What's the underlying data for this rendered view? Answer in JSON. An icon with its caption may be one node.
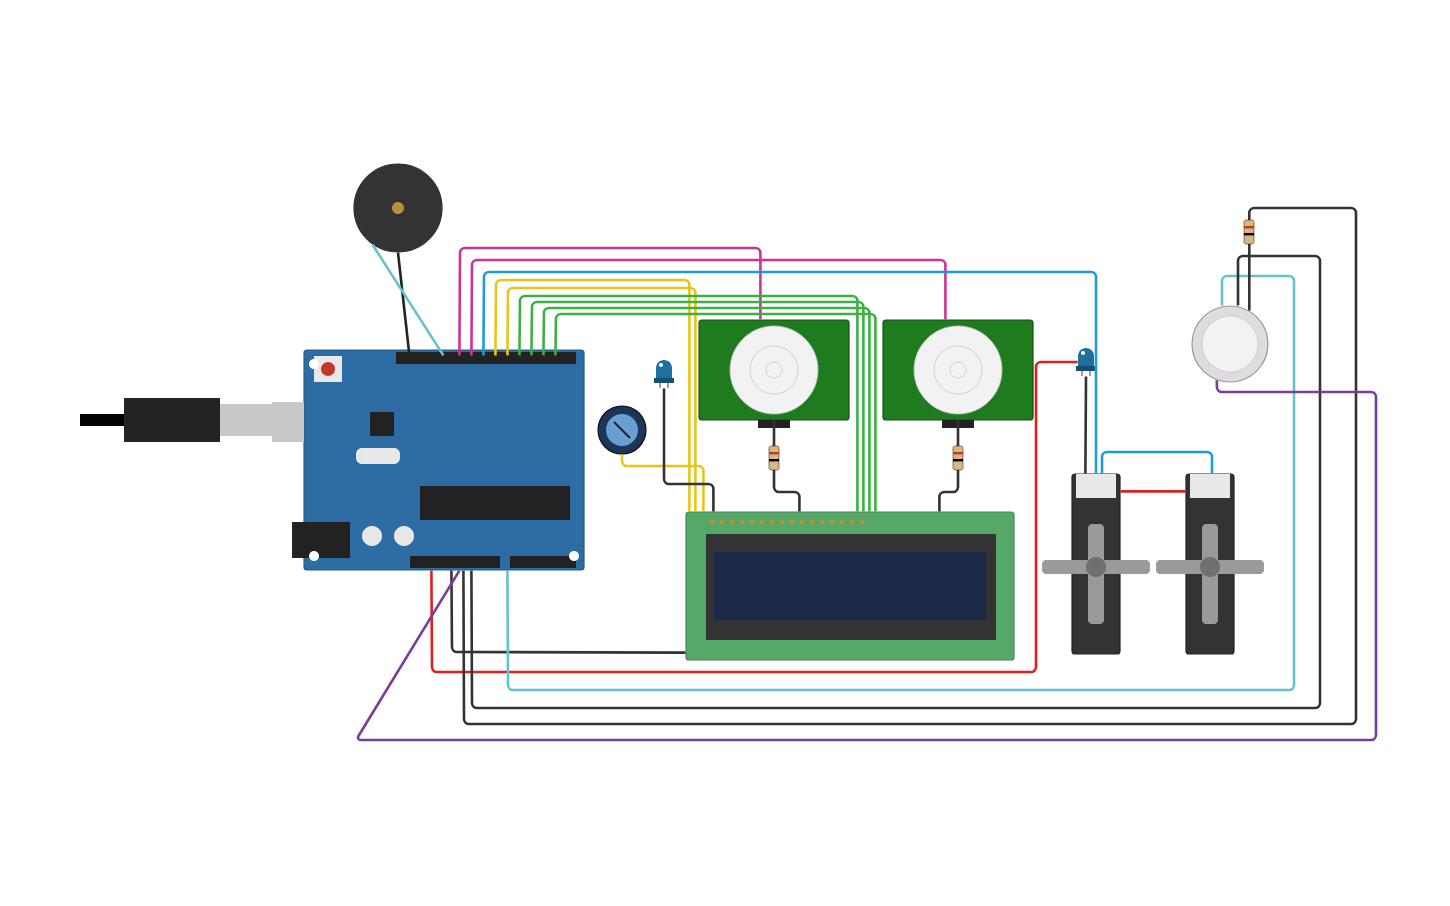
{
  "diagram": {
    "nodes": [
      {
        "text": [],
        "shape": "circle"
      },
      {
        "text": [],
        "shape": "picture"
      },
      {
        "text": [],
        "shape": "box"
      },
      {
        "text": [],
        "shape": "picture"
      },
      {
        "text": [],
        "shape": "circle"
      },
      {
        "text": [],
        "shape": "box"
      },
      {
        "text": [],
        "shape": "box"
      },
      {
        "text": [],
        "shape": "picture"
      },
      {
        "text": [],
        "shape": "box"
      },
      {
        "text": [],
        "shape": "box"
      },
      {
        "text": [],
        "shape": "box"
      },
      {
        "text": [],
        "shape": "circle"
      }
    ],
    "edges": [
      {
        "from": 0,
        "to": 2,
        "arrow": "none",
        "color": "#222222"
      },
      {
        "from": 0,
        "to": 2,
        "arrow": "none",
        "color": "#66c2cc"
      },
      {
        "from": 2,
        "to": 5,
        "arrow": "none",
        "color": "#cc3399"
      },
      {
        "from": 2,
        "to": 6,
        "arrow": "none",
        "color": "#cc3399"
      },
      {
        "from": 2,
        "to": 9,
        "arrow": "none",
        "color": "#1f9bd6"
      },
      {
        "from": 2,
        "to": 8,
        "arrow": "none",
        "color": "#e8c51a"
      },
      {
        "from": 2,
        "to": 8,
        "arrow": "none",
        "color": "#e8c51a"
      },
      {
        "from": 2,
        "to": 8,
        "arrow": "none",
        "color": "#3cb043"
      },
      {
        "from": 2,
        "to": 8,
        "arrow": "none",
        "color": "#3cb043"
      },
      {
        "from": 2,
        "to": 8,
        "arrow": "none",
        "color": "#3cb043"
      },
      {
        "from": 2,
        "to": 8,
        "arrow": "none",
        "color": "#3cb043"
      },
      {
        "from": 4,
        "to": 8,
        "arrow": "none",
        "color": "#e8c51a"
      },
      {
        "from": 3,
        "to": 8,
        "arrow": "none",
        "color": "#333333"
      },
      {
        "from": 5,
        "to": 8,
        "arrow": "none",
        "color": "#333333"
      },
      {
        "from": 6,
        "to": 8,
        "arrow": "none",
        "color": "#333333"
      },
      {
        "from": 7,
        "to": 9,
        "arrow": "none",
        "color": "#333333"
      },
      {
        "from": 9,
        "to": 10,
        "arrow": "none",
        "color": "#1f9bd6"
      },
      {
        "from": 9,
        "to": 10,
        "arrow": "none",
        "color": "#e02020"
      },
      {
        "from": 2,
        "to": 7,
        "arrow": "none",
        "color": "#e02020"
      },
      {
        "from": 2,
        "to": 8,
        "arrow": "none",
        "color": "#333333"
      },
      {
        "from": 2,
        "to": 11,
        "arrow": "none",
        "color": "#66c2cc"
      },
      {
        "from": 2,
        "to": 11,
        "arrow": "none",
        "color": "#333333"
      },
      {
        "from": 2,
        "to": 11,
        "arrow": "none",
        "color": "#333333"
      },
      {
        "from": 11,
        "to": 2,
        "arrow": "none",
        "color": "#7a3d9a"
      }
    ]
  }
}
